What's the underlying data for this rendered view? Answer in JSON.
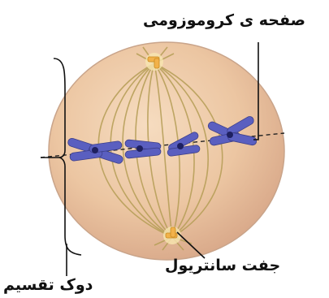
{
  "labels": {
    "metaphase_plate": "صفحه ی کروموزومی",
    "centriole_pair": "جفت سانتریول",
    "spindle": "دوک تقسیم"
  },
  "colors": {
    "cell_fill": "#e9c4a0",
    "cell_edge": "#c9a48a",
    "spindle_fiber": "#b8a05a",
    "chromosome": "#5a5fc0",
    "centromere": "#1e2060",
    "centriole": "#f2b24a",
    "leader_line": "#111111"
  }
}
